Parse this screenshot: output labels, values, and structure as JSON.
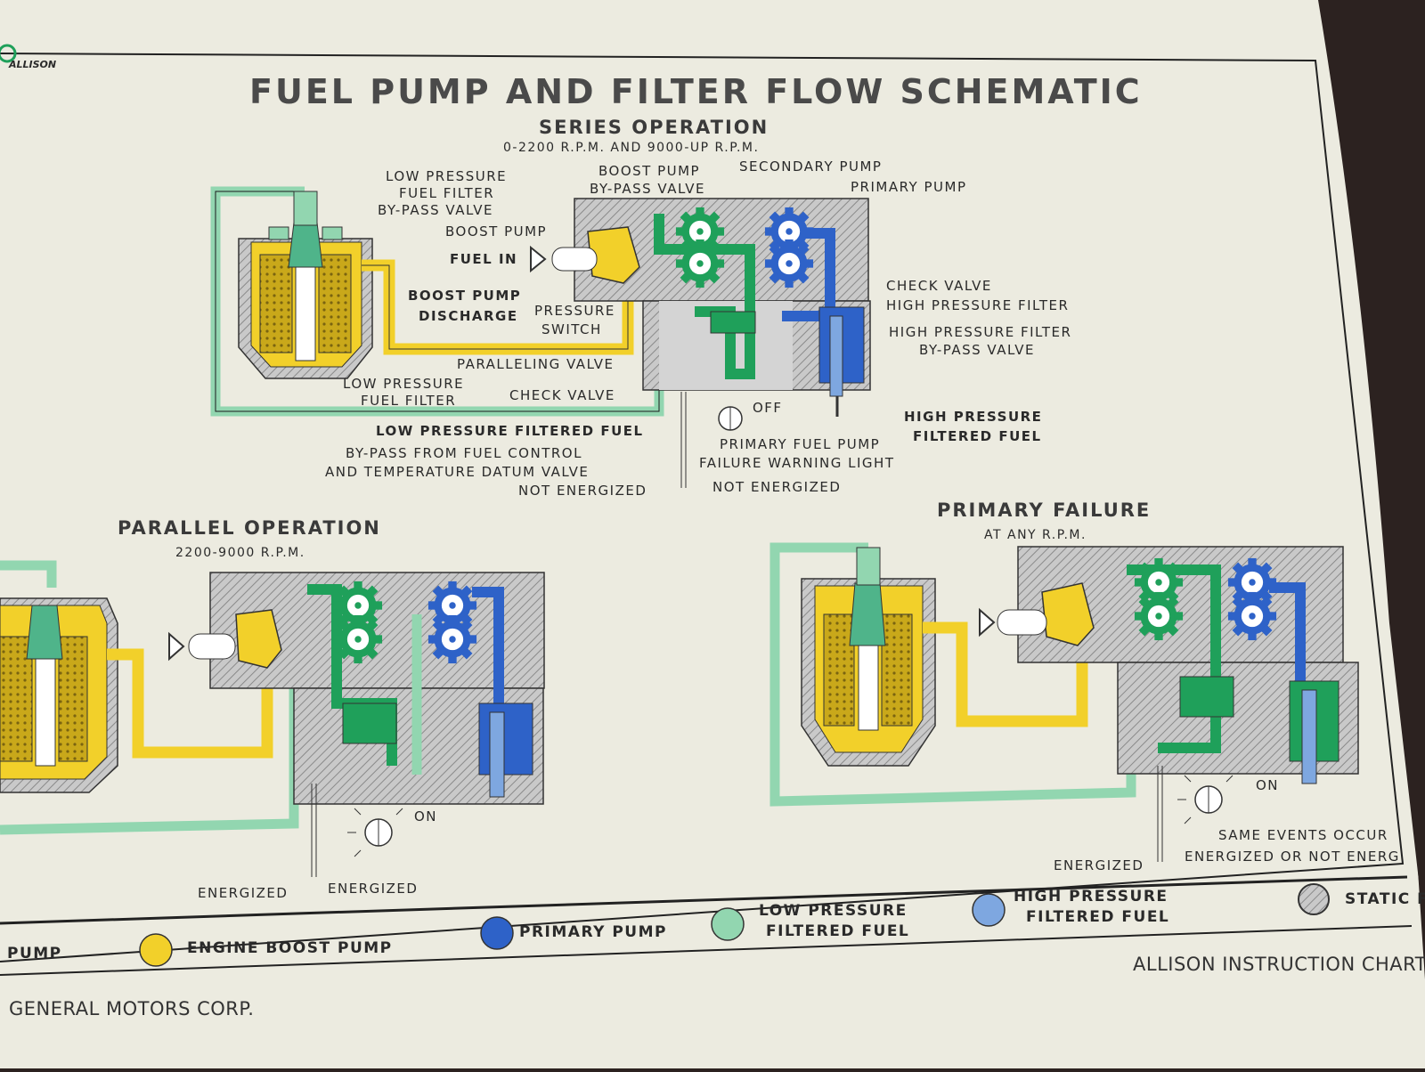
{
  "logo_text": "ALLISON",
  "title": "FUEL PUMP AND FILTER FLOW SCHEMATIC",
  "colors": {
    "paper": "#ecebe0",
    "boost_yellow": "#f2d02a",
    "secondary_green": "#1fa05a",
    "primary_blue": "#2e62c8",
    "low_pressure_mint": "#92d6b0",
    "high_pressure_lightblue": "#7ea7e0",
    "static_gray": "#b9b9b9"
  },
  "series": {
    "heading": "SERIES OPERATION",
    "rpm": "0-2200 R.P.M. AND 9000-UP R.P.M.",
    "labels": {
      "lp_bypass_1": "LOW PRESSURE",
      "lp_bypass_2": "FUEL FILTER",
      "lp_bypass_3": "BY-PASS VALVE",
      "boost_bypass_1": "BOOST PUMP",
      "boost_bypass_2": "BY-PASS VALVE",
      "secondary_pump": "SECONDARY PUMP",
      "primary_pump": "PRIMARY PUMP",
      "boost_pump": "BOOST PUMP",
      "fuel_in": "FUEL IN",
      "boost_discharge_1": "BOOST PUMP",
      "boost_discharge_2": "DISCHARGE",
      "pressure_switch_1": "PRESSURE",
      "pressure_switch_2": "SWITCH",
      "check_valve_right": "CHECK VALVE",
      "hp_filter": "HIGH PRESSURE FILTER",
      "hp_bypass_1": "HIGH PRESSURE FILTER",
      "hp_bypass_2": "BY-PASS VALVE",
      "paralleling_valve": "PARALLELING VALVE",
      "lp_filter_1": "LOW PRESSURE",
      "lp_filter_2": "FUEL FILTER",
      "check_valve_left": "CHECK VALVE",
      "lp_filtered_fuel": "LOW PRESSURE FILTERED FUEL",
      "off": "OFF",
      "hp_filtered_1": "HIGH PRESSURE",
      "hp_filtered_2": "FILTERED FUEL",
      "bypass_control_1": "BY-PASS FROM FUEL CONTROL",
      "bypass_control_2": "AND TEMPERATURE DATUM VALVE",
      "warning_light_1": "PRIMARY FUEL PUMP",
      "warning_light_2": "FAILURE WARNING LIGHT",
      "not_energized_left": "NOT ENERGIZED",
      "not_energized_right": "NOT ENERGIZED"
    }
  },
  "parallel": {
    "heading": "PARALLEL OPERATION",
    "rpm": "2200-9000 R.P.M.",
    "on": "ON",
    "energized_left": "ENERGIZED",
    "energized_right": "ENERGIZED"
  },
  "primary_failure": {
    "heading": "PRIMARY FAILURE",
    "rpm": "AT ANY R.P.M.",
    "on": "ON",
    "same_events_1": "SAME EVENTS OCCUR",
    "same_events_2": "ENERGIZED OR NOT ENERG",
    "energized": "ENERGIZED"
  },
  "legend": {
    "pump": "PUMP",
    "engine_boost_pump": "ENGINE BOOST PUMP",
    "primary_pump": "PRIMARY PUMP",
    "low_pressure_1": "LOW PRESSURE",
    "low_pressure_2": "FILTERED FUEL",
    "high_pressure_1": "HIGH PRESSURE",
    "high_pressure_2": "FILTERED FUEL",
    "static": "STATIC F"
  },
  "footer": {
    "chart": "ALLISON INSTRUCTION CHART N",
    "corp": "GENERAL MOTORS CORP."
  }
}
